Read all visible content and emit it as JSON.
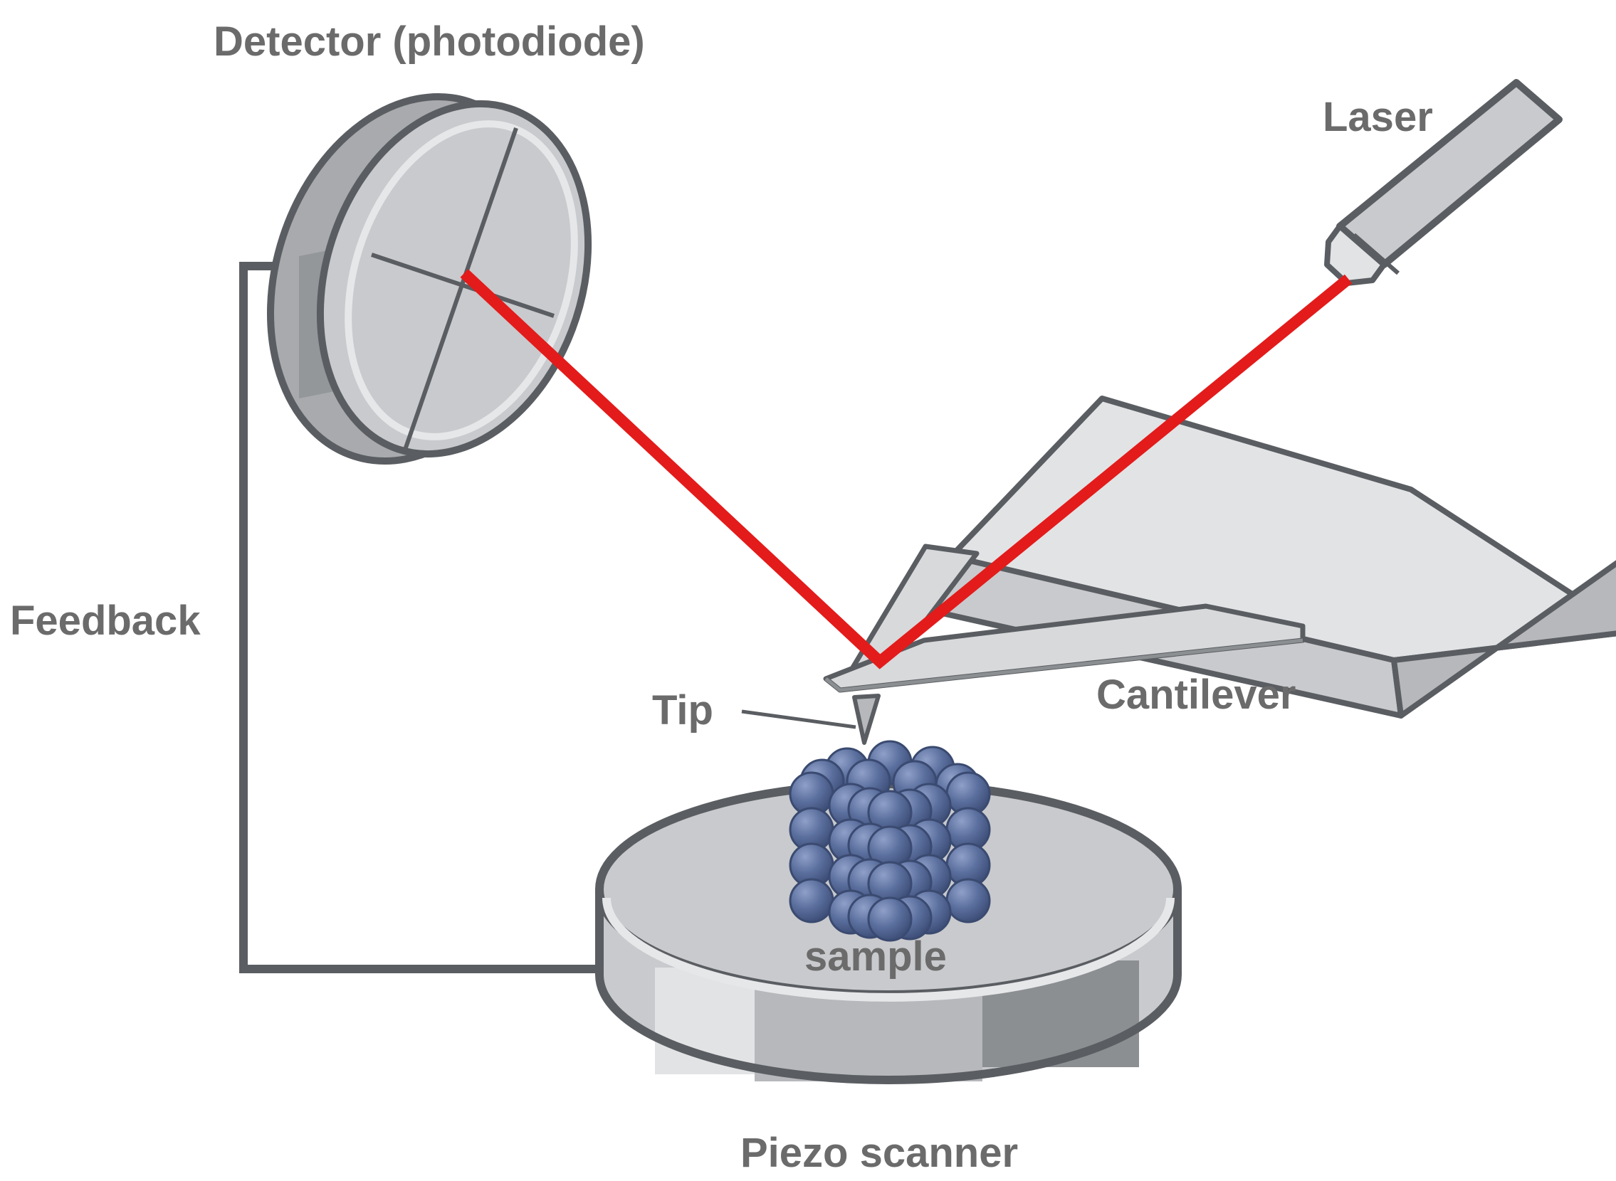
{
  "labels": {
    "detector": "Detector (photodiode)",
    "laser": "Laser",
    "feedback": "Feedback",
    "tip": "Tip",
    "cantilever": "Cantilever",
    "sample": "sample",
    "piezo": "Piezo scanner"
  },
  "colors": {
    "beam": "#e31b1b",
    "outline": "#5a5d61",
    "metal_light": "#e2e3e5",
    "metal_mid": "#c9cacd",
    "metal_dark": "#8c8f92",
    "sample_fill": "#5b6f9e",
    "label": "#6b6b6b"
  },
  "icons": [
    "photodiode-detector",
    "laser-emitter",
    "cantilever-holder",
    "afm-tip",
    "atom-sample",
    "piezo-scanner-disk"
  ]
}
